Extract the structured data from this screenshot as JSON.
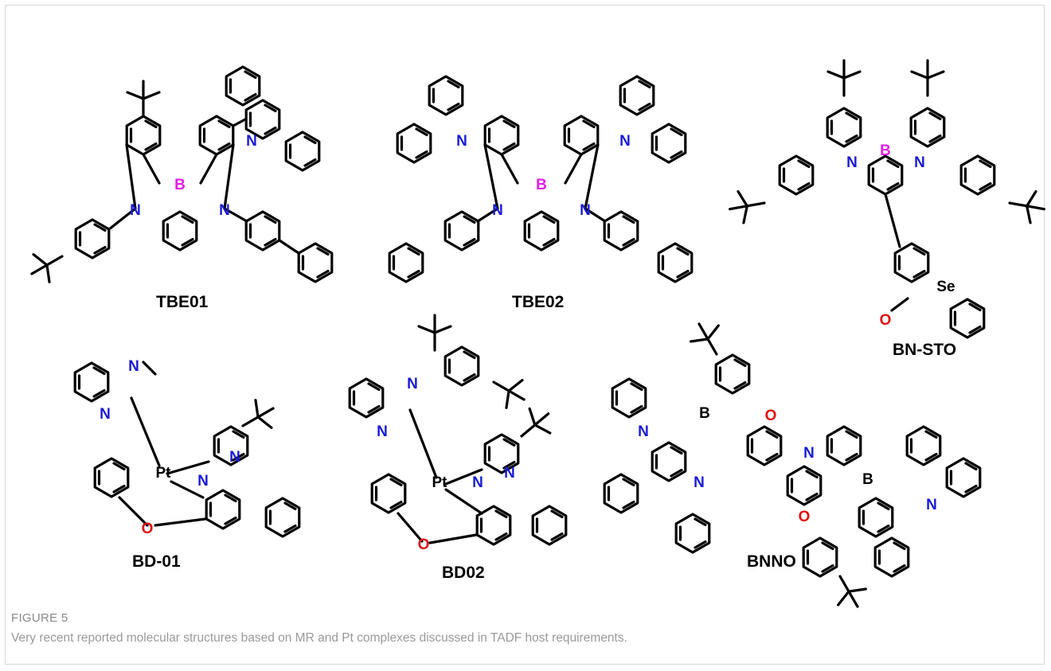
{
  "figure": {
    "label": "FIGURE 5",
    "caption": "Very recent reported molecular structures based on MR and Pt complexes discussed in TADF host requirements."
  },
  "molecules": [
    {
      "id": "tbe01",
      "name": "TBE01"
    },
    {
      "id": "tbe02",
      "name": "TBE02"
    },
    {
      "id": "bnsto",
      "name": "BN-STO"
    },
    {
      "id": "bd01",
      "name": "BD-01"
    },
    {
      "id": "bd02",
      "name": "BD02"
    },
    {
      "id": "bnno",
      "name": "BNNO"
    }
  ],
  "atoms": {
    "boron": "B",
    "nitrogen": "N",
    "oxygen": "O",
    "selenium": "Se",
    "platinum": "Pt"
  },
  "colors": {
    "boron": "#e21fe3",
    "nitrogen": "#1a1ad6",
    "oxygen": "#e01010",
    "bond": "#000000"
  }
}
